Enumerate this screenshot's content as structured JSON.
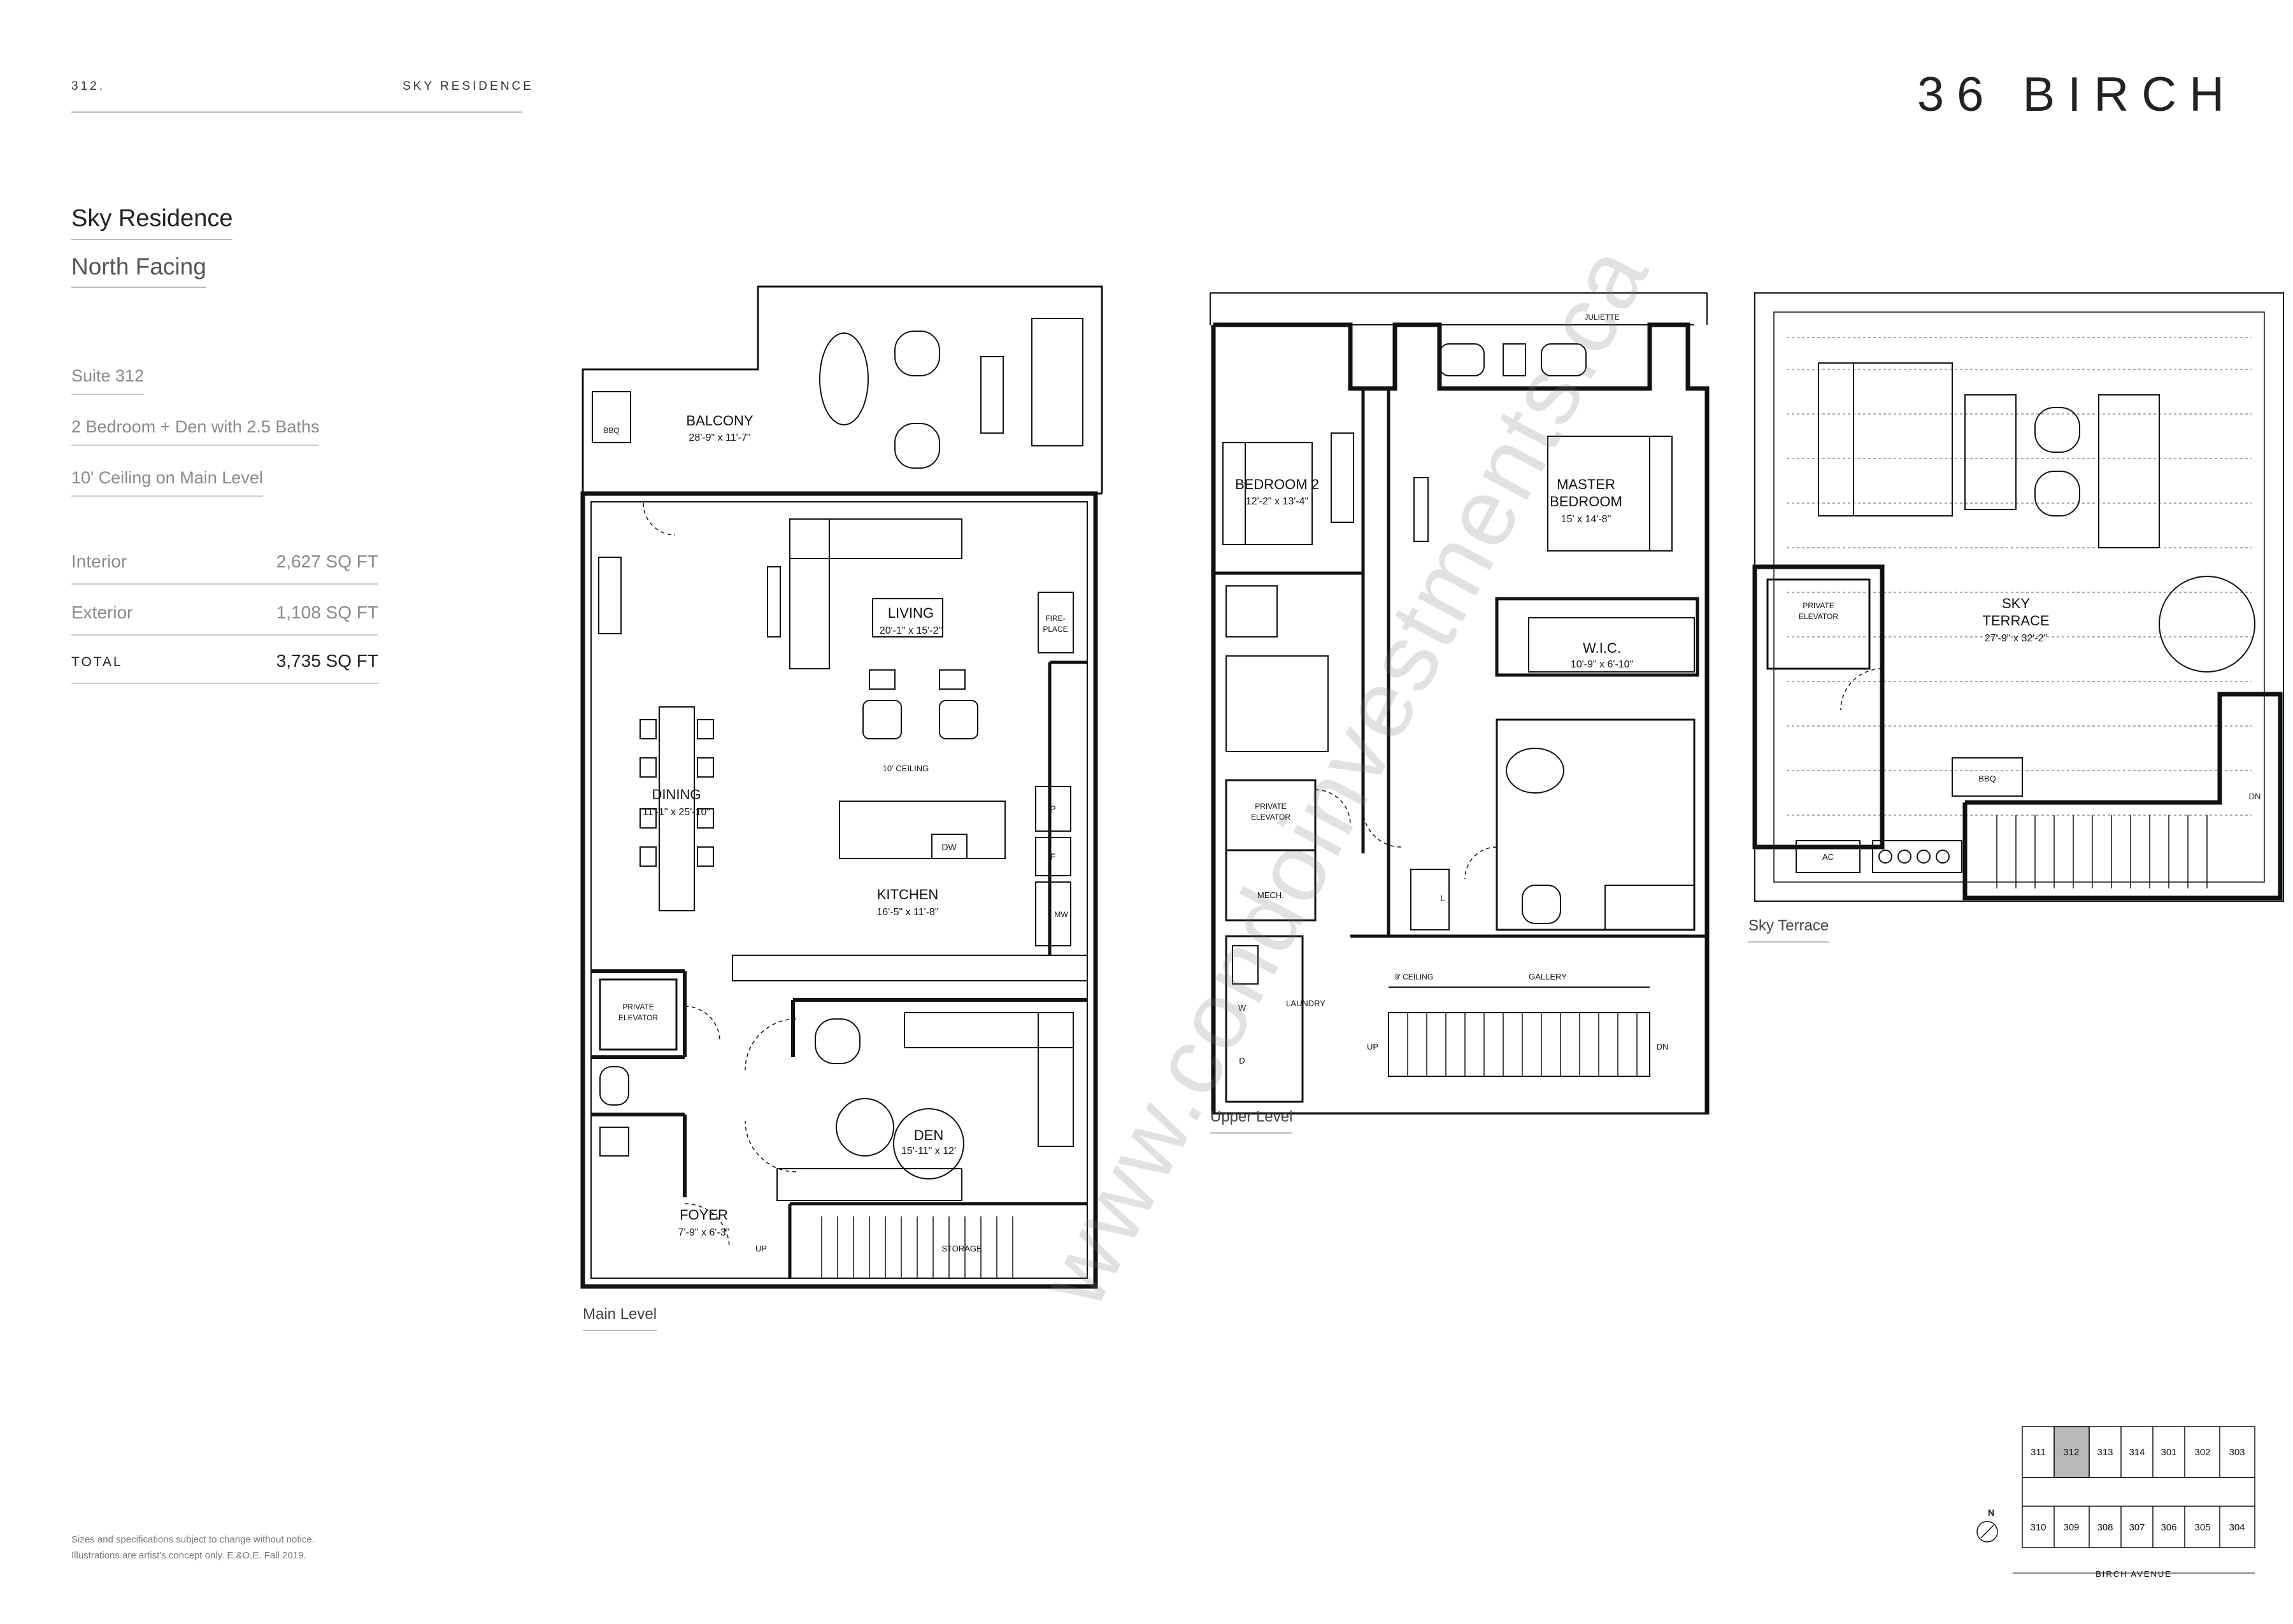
{
  "header": {
    "page_number": "312.",
    "section": "SKY RESIDENCE",
    "brand": "36 BIRCH"
  },
  "residence": {
    "title": "Sky Residence",
    "facing": "North Facing",
    "suite": "Suite 312",
    "layout": "2 Bedroom + Den with 2.5 Baths",
    "ceiling": "10' Ceiling on Main Level"
  },
  "areas": [
    {
      "label": "Interior",
      "value": "2,627 SQ FT"
    },
    {
      "label": "Exterior",
      "value": "1,108 SQ FT"
    },
    {
      "label": "TOTAL",
      "value": "3,735 SQ FT"
    }
  ],
  "main_level": {
    "caption": "Main Level",
    "rooms": {
      "balcony": {
        "name": "BALCONY",
        "dims": "28'-9\" x 11'-7\""
      },
      "living": {
        "name": "LIVING",
        "dims": "20'-1\" x 15'-2\""
      },
      "dining": {
        "name": "DINING",
        "dims": "11'-1\" x 25'-10\""
      },
      "kitchen": {
        "name": "KITCHEN",
        "dims": "16'-5\" x 11'-8\""
      },
      "den": {
        "name": "DEN",
        "dims": "15'-11\" x 12'"
      },
      "foyer": {
        "name": "FOYER",
        "dims": "7'-9\" x 6'-3\""
      }
    },
    "labels": {
      "bbq": "BBQ",
      "fireplace_1": "FIRE-",
      "fireplace_2": "PLACE",
      "ceiling": "10' CEILING",
      "elevator_1": "PRIVATE",
      "elevator_2": "ELEVATOR",
      "dw": "DW",
      "p": "P",
      "f": "F",
      "mw": "MW",
      "up": "UP",
      "storage": "STORAGE"
    }
  },
  "upper_level": {
    "caption": "Upper Level",
    "rooms": {
      "bedroom2": {
        "name": "BEDROOM 2",
        "dims": "12'-2\" x 13'-4\""
      },
      "master": {
        "name_1": "MASTER",
        "name_2": "BEDROOM",
        "dims": "15' x 14'-8\""
      },
      "wic": {
        "name": "W.I.C.",
        "dims": "10'-9\" x 6'-10\""
      }
    },
    "labels": {
      "juliette": "JULIETTE",
      "elevator_1": "PRIVATE",
      "elevator_2": "ELEVATOR",
      "mech": "MECH.",
      "laundry": "LAUNDRY",
      "w": "W",
      "d": "D",
      "l": "L",
      "ceiling": "9' CEILING",
      "gallery": "GALLERY",
      "up": "UP",
      "dn": "DN"
    }
  },
  "sky_terrace": {
    "caption": "Sky Terrace",
    "room": {
      "name_1": "SKY",
      "name_2": "TERRACE",
      "dims": "27'-9\" x 32'-2\""
    },
    "labels": {
      "elevator_1": "PRIVATE",
      "elevator_2": "ELEVATOR",
      "bbq": "BBQ",
      "ac": "AC",
      "dn": "DN"
    }
  },
  "keyplan": {
    "top_units": [
      "311",
      "312",
      "313",
      "314",
      "301",
      "302",
      "303"
    ],
    "bottom_units": [
      "310",
      "309",
      "308",
      "307",
      "306",
      "305",
      "304"
    ],
    "highlight": "312",
    "north": "N",
    "street": "BIRCH AVENUE"
  },
  "watermark": "www.condoinvestments.ca",
  "disclaimer": "Sizes and specifications subject to change without notice. Illustrations are artist's concept only. E.&O.E. Fall 2019."
}
